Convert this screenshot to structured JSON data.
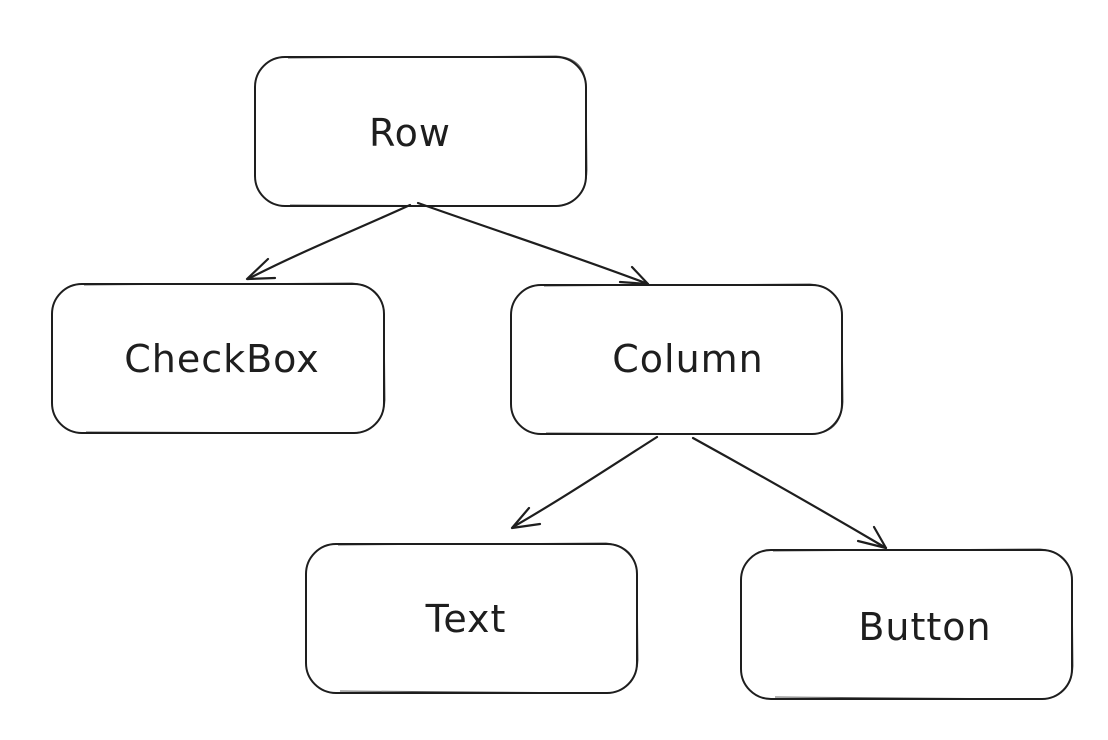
{
  "diagram": {
    "nodes": [
      {
        "id": "row",
        "label": "Row"
      },
      {
        "id": "checkbox",
        "label": "CheckBox"
      },
      {
        "id": "column",
        "label": "Column"
      },
      {
        "id": "text",
        "label": "Text"
      },
      {
        "id": "button",
        "label": "Button"
      }
    ],
    "edges": [
      {
        "from": "row",
        "to": "checkbox"
      },
      {
        "from": "row",
        "to": "column"
      },
      {
        "from": "column",
        "to": "text"
      },
      {
        "from": "column",
        "to": "button"
      }
    ],
    "stroke_color": "#1e1e1e",
    "background_color": "#ffffff"
  }
}
